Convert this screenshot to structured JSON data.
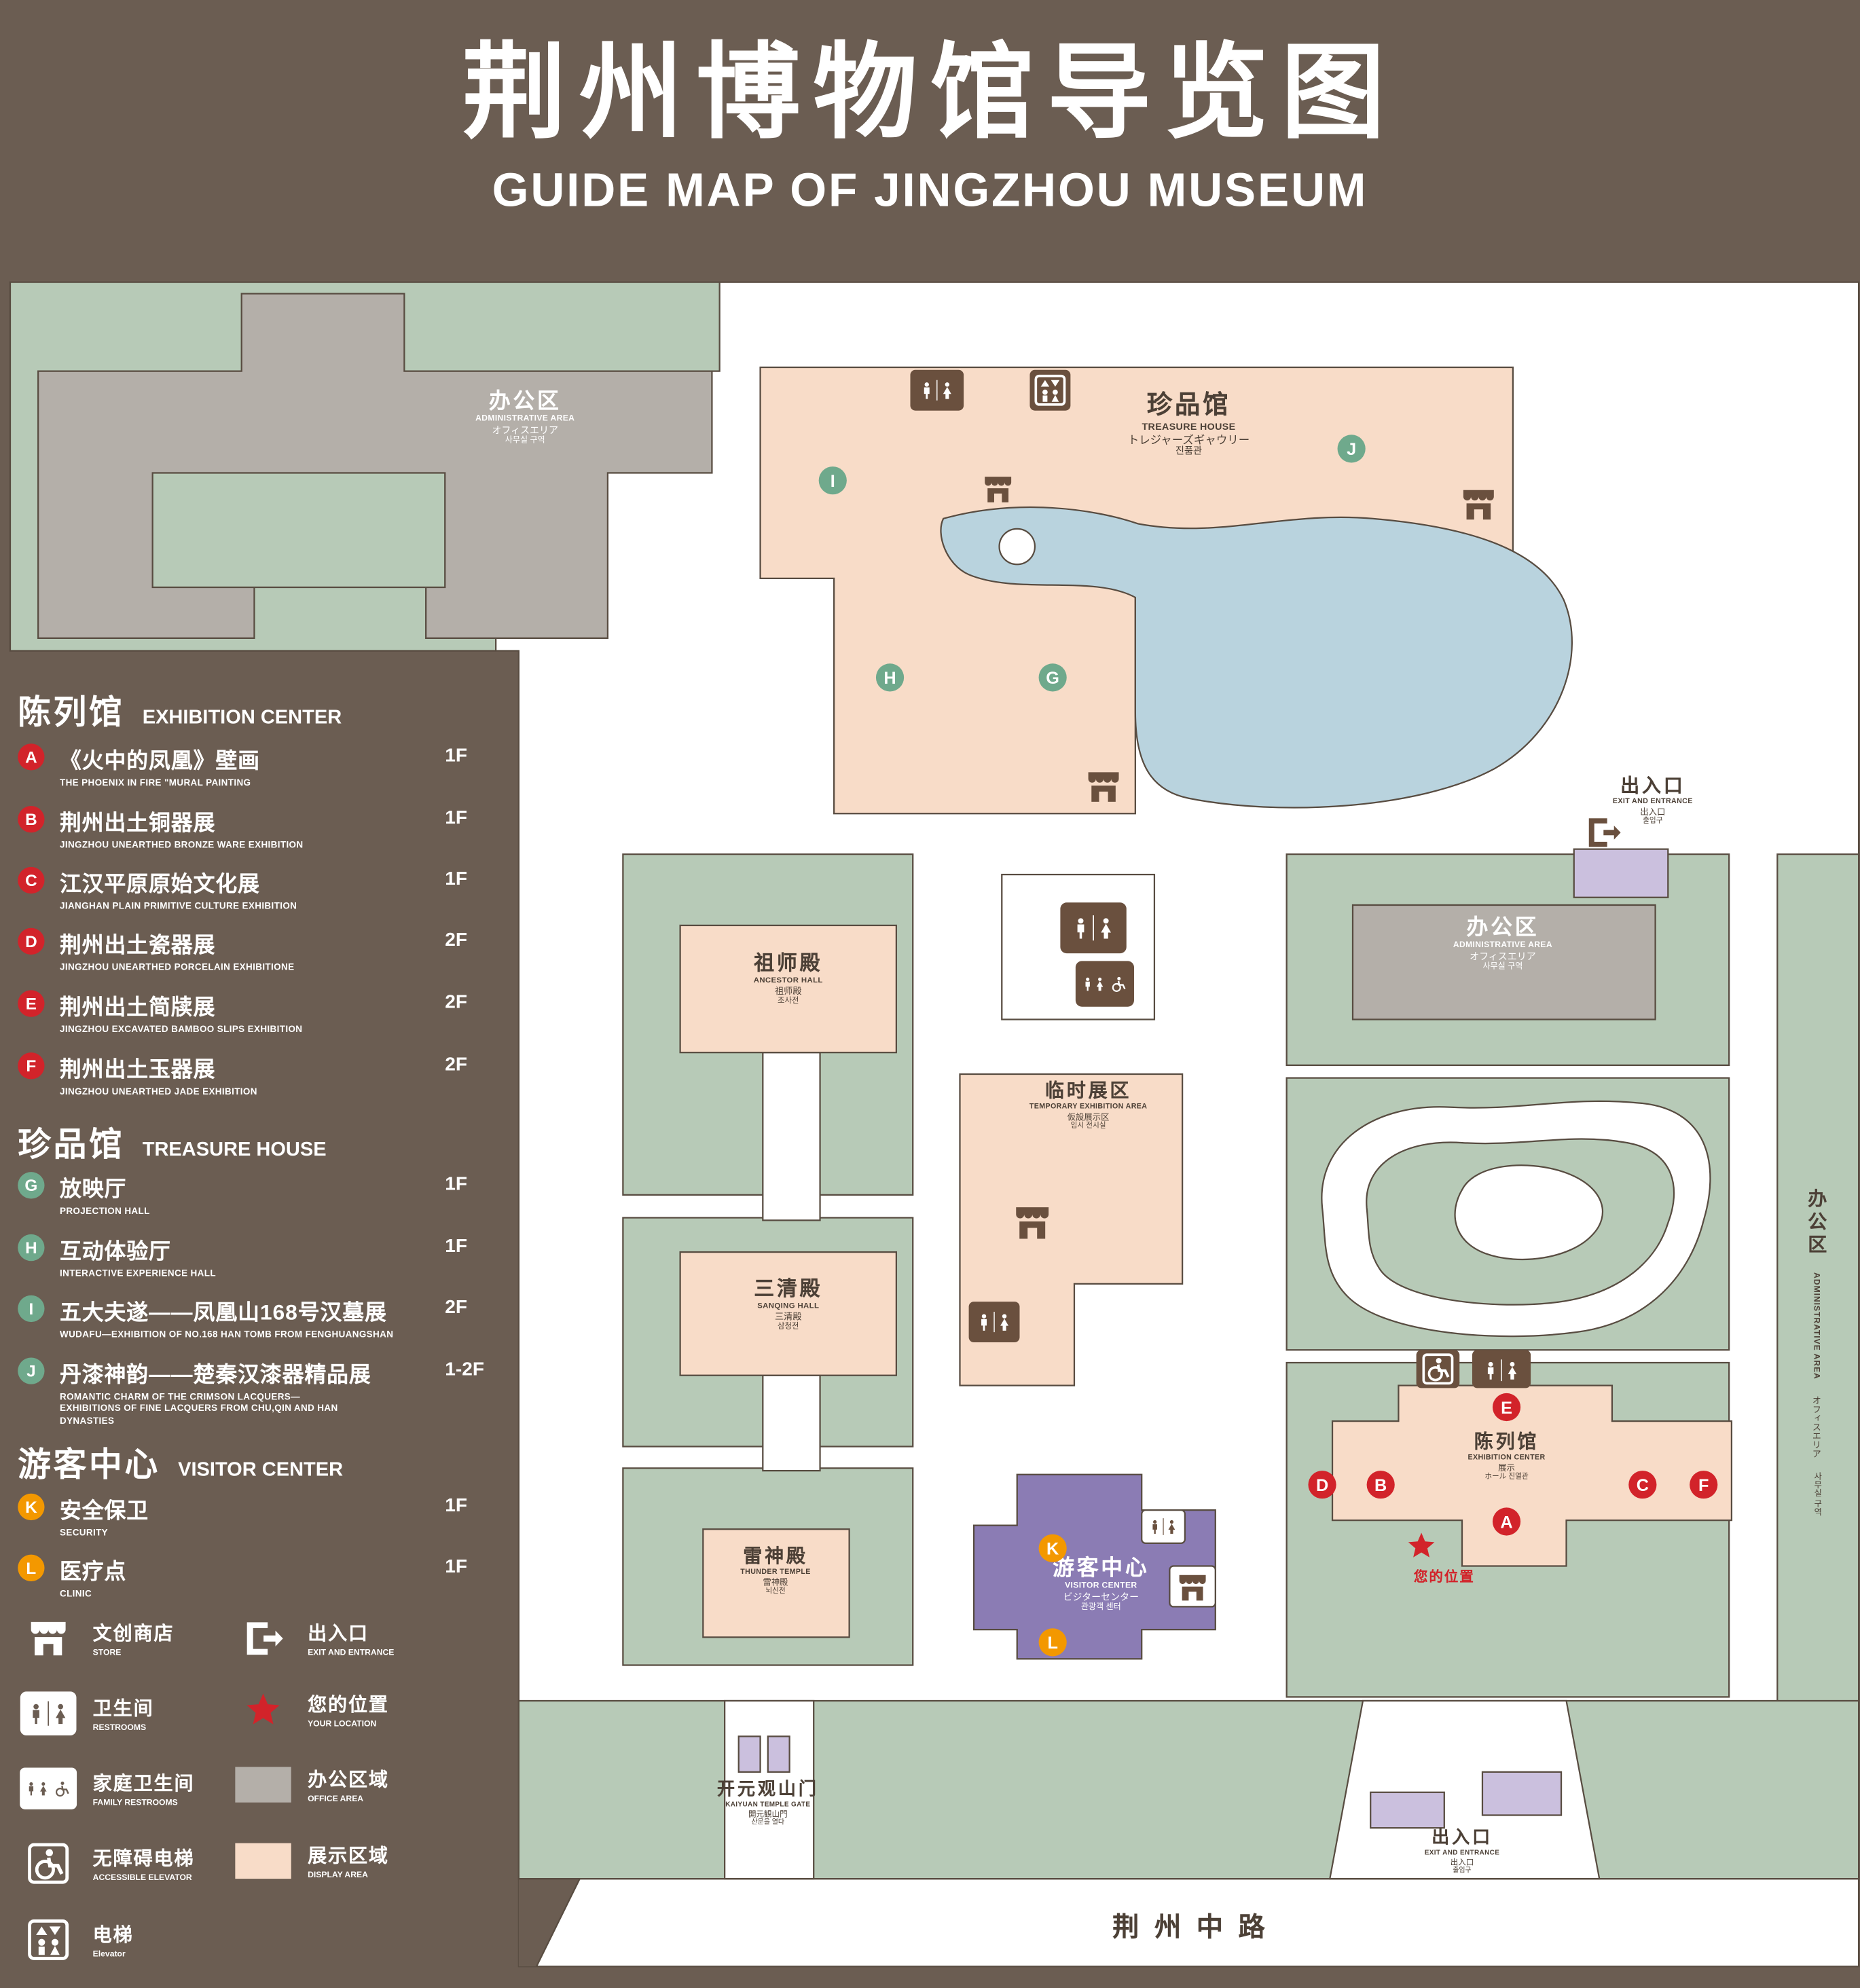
{
  "title": {
    "zh": "荆州博物馆导览图",
    "en": "GUIDE MAP OF JINGZHOU MUSEUM"
  },
  "sections": [
    {
      "zh": "陈列馆",
      "en": "EXHIBITION CENTER",
      "items": [
        {
          "letter": "A",
          "zh": "《火中的凤凰》壁画",
          "en": "THE PHOENIX IN FIRE \"MURAL PAINTING",
          "floor": "1F"
        },
        {
          "letter": "B",
          "zh": "荆州出土铜器展",
          "en": "JINGZHOU UNEARTHED BRONZE WARE EXHIBITION",
          "floor": "1F"
        },
        {
          "letter": "C",
          "zh": "江汉平原原始文化展",
          "en": "JIANGHAN PLAIN PRIMITIVE CULTURE EXHIBITION",
          "floor": "1F"
        },
        {
          "letter": "D",
          "zh": "荆州出土瓷器展",
          "en": "JINGZHOU UNEARTHED PORCELAIN EXHIBITIONE",
          "floor": "2F"
        },
        {
          "letter": "E",
          "zh": "荆州出土简牍展",
          "en": "JINGZHOU EXCAVATED BAMBOO SLIPS EXHIBITION",
          "floor": "2F"
        },
        {
          "letter": "F",
          "zh": "荆州出土玉器展",
          "en": "JINGZHOU UNEARTHED JADE EXHIBITION",
          "floor": "2F"
        }
      ]
    },
    {
      "zh": "珍品馆",
      "en": "TREASURE HOUSE",
      "items": [
        {
          "letter": "G",
          "zh": "放映厅",
          "en": "PROJECTION HALL",
          "floor": "1F"
        },
        {
          "letter": "H",
          "zh": "互动体验厅",
          "en": "INTERACTIVE EXPERIENCE HALL",
          "floor": "1F"
        },
        {
          "letter": "I",
          "zh": "五大夫遂——凤凰山168号汉墓展",
          "en": "WUDAFU—EXHIBITION OF NO.168 HAN TOMB FROM FENGHUANGSHAN",
          "floor": "2F"
        },
        {
          "letter": "J",
          "zh": "丹漆神韵——楚秦汉漆器精品展",
          "en": "ROMANTIC CHARM OF THE CRIMSON LACQUERS—EXHIBITIONS OF FINE LACQUERS FROM CHU,QIN AND HAN DYNASTIES",
          "floor": "1-2F"
        }
      ]
    },
    {
      "zh": "游客中心",
      "en": "VISITOR CENTER",
      "items": [
        {
          "letter": "K",
          "zh": "安全保卫",
          "en": "SECURITY",
          "floor": "1F"
        },
        {
          "letter": "L",
          "zh": "医疗点",
          "en": "CLINIC",
          "floor": "1F"
        }
      ]
    }
  ],
  "legend": [
    {
      "icon": "store-icon",
      "zh": "文创商店",
      "en": "STORE"
    },
    {
      "icon": "exit-icon",
      "zh": "出入口",
      "en": "EXIT AND ENTRANCE"
    },
    {
      "icon": "restroom-icon",
      "zh": "卫生间",
      "en": "RESTROOMS"
    },
    {
      "icon": "your-location-star-icon",
      "zh": "您的位置",
      "en": "YOUR LOCATION"
    },
    {
      "icon": "family-restroom-icon",
      "zh": "家庭卫生间",
      "en": "FAMILY RESTROOMS"
    },
    {
      "icon": "office-area-swatch",
      "zh": "办公区域",
      "en": "OFFICE AREA"
    },
    {
      "icon": "accessible-elevator-icon",
      "zh": "无障碍电梯",
      "en": "ACCESSIBLE ELEVATOR"
    },
    {
      "icon": "display-area-swatch",
      "zh": "展示区域",
      "en": "DISPLAY AREA"
    },
    {
      "icon": "elevator-icon",
      "zh": "电梯",
      "en": "Elevator"
    }
  ],
  "map": {
    "admin_top": {
      "zh": "办公区",
      "en": "ADMINISTRATIVE AREA",
      "l3": "オフィスエリア",
      "l4": "사무실 구역"
    },
    "treasure": {
      "zh": "珍品馆",
      "en": "TREASURE HOUSE",
      "l3": "トレジャーズギャウリー",
      "l4": "진품관"
    },
    "exit_right": {
      "zh": "出入口",
      "en": "EXIT AND ENTRANCE",
      "l3": "出入口",
      "l4": "출입구"
    },
    "admin_mid": {
      "zh": "办公区",
      "en": "ADMINISTRATIVE AREA",
      "l3": "オフィスエリア",
      "l4": "사무실 구역"
    },
    "admin_side": {
      "zh": "办公区",
      "en": "ADMINISTRATIVE AREA",
      "l3": "オフィスエリア",
      "l4": "사무실 구역"
    },
    "ancestor": {
      "zh": "祖师殿",
      "en": "ANCESTOR HALL",
      "l3": "祖师殿",
      "l4": "조사전"
    },
    "temporary": {
      "zh": "临时展区",
      "en": "TEMPORARY EXHIBITION AREA",
      "l3": "仮設展示区",
      "l4": "임시 전시실"
    },
    "sanqing": {
      "zh": "三清殿",
      "en": "SANQING HALL",
      "l3": "三清殿",
      "l4": "삼청전"
    },
    "thunder": {
      "zh": "雷神殿",
      "en": "THUNDER TEMPLE",
      "l3": "雷神殿",
      "l4": "뇌신전"
    },
    "visitor": {
      "zh": "游客中心",
      "en": "VISITOR CENTER",
      "l3": "ビジターセンター",
      "l4": "관광객 센터"
    },
    "exhibition": {
      "zh": "陈列馆",
      "en": "EXHIBITION CENTER",
      "l3": "展示",
      "l4": "ホール 진열관"
    },
    "gate": {
      "zh": "开元观山门",
      "en": "KAIYUAN TEMPLE GATE",
      "l3": "開元観山門",
      "l4": "산문을 열다"
    },
    "exit_bottom": {
      "zh": "出入口",
      "en": "EXIT AND ENTRANCE",
      "l3": "出入口",
      "l4": "출입구"
    },
    "your_location": "您的位置",
    "road": "荆州中路",
    "icons": [
      "restroom-icon",
      "family-restroom-icon",
      "elevator-icon",
      "accessible-elevator-icon",
      "store-icon",
      "exit-icon",
      "your-location-star-icon"
    ]
  },
  "colors": {
    "background": "#6b5d52",
    "green": "#b7cab7",
    "display": "#f8dcc8",
    "office": "#b4afa9",
    "water": "#b9d3de",
    "visitor": "#8b7cb4",
    "entrance": "#cbc0de",
    "marker_red": "#d2232a",
    "marker_green": "#6fa98c",
    "marker_orange": "#f39800",
    "ink": "#4c4036"
  }
}
